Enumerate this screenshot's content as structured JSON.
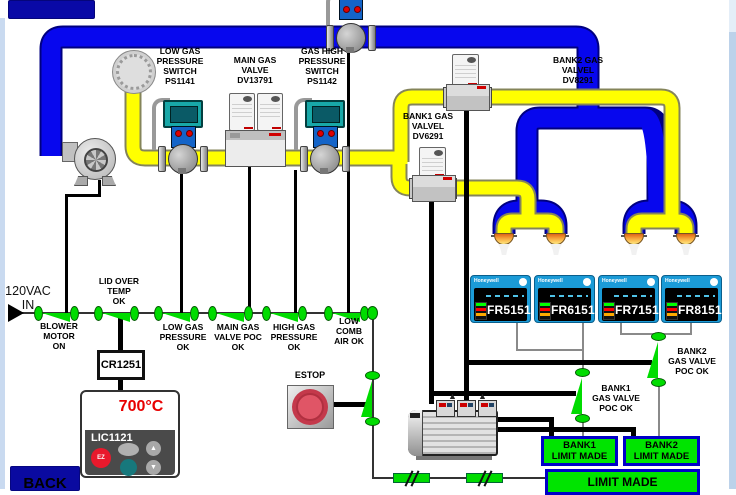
{
  "colors": {
    "pipe_blue": "#0707EE",
    "pipe_blue_border": "#000080",
    "pipe_yellow": "#FFFF00",
    "signal_green": "#00DC00",
    "status_green": "#00E400",
    "status_border_blue": "#0000C8",
    "controller_blue": "#1B9BD7",
    "nav_navy": "#0A0AA0",
    "pv_red": "#E80000"
  },
  "nav": {
    "back_label": "BACK"
  },
  "power": {
    "source_label": "120VAC\nIN"
  },
  "gas_train": {
    "low_gas_ps_label": "LOW GAS\nPRESSURE\nSWITCH\nPS1141",
    "main_gas_valve_label": "MAIN GAS\nVALVE\nDV13791",
    "high_gas_ps_label": "GAS HIGH\nPRESSURE\nSWITCH\nPS1142",
    "bank2_valve_label": "BANK2 GAS\nVALVEL\nDV8291",
    "bank1_valve_label": "BANK1 GAS\nVALVEL\nDV6291"
  },
  "interlock_chain": {
    "contacts": [
      {
        "label": "BLOWER\nMOTOR\nON"
      },
      {
        "label": "LID OVER\nTEMP\nOK"
      },
      {
        "label": "LOW GAS\nPRESSURE\nOK"
      },
      {
        "label": "MAIN GAS\nVALVE POC\nOK"
      },
      {
        "label": "HIGH GAS\nPRESSURE\nOK"
      },
      {
        "label": "LOW\nCOMB\nAIR OK"
      }
    ],
    "relay_label": "CR1251",
    "estop_label": "ESTOP"
  },
  "temp_controller": {
    "pv": "700°C",
    "tag": "LIC1121",
    "ez_button": "EZ"
  },
  "flame_brand": "Honeywell",
  "flame_controllers": [
    {
      "tag": "FR5151"
    },
    {
      "tag": "FR6151"
    },
    {
      "tag": "FR7151"
    },
    {
      "tag": "FR8151"
    }
  ],
  "poc": {
    "bank1_label": "BANK1\nGAS VALVE\nPOC OK",
    "bank2_label": "BANK2\nGAS VALVE\nPOC OK"
  },
  "status": {
    "bank1_label": "BANK1\nLIMIT MADE",
    "bank2_label": "BANK2\nLIMIT MADE",
    "limit_label": "LIMIT MADE"
  }
}
